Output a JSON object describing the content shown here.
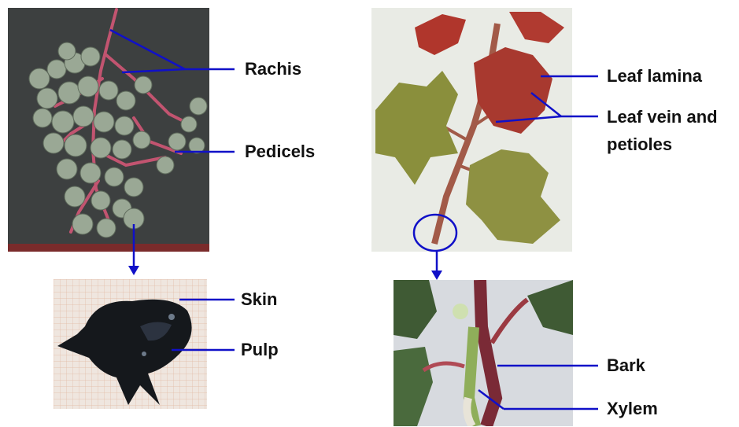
{
  "labels": {
    "rachis": "Rachis",
    "pedicels": "Pedicels",
    "skin": "Skin",
    "pulp": "Pulp",
    "leaf_lamina": "Leaf lamina",
    "leaf_vein_line1": "Leaf vein and",
    "leaf_vein_line2": "petioles",
    "bark": "Bark",
    "xylem": "Xylem"
  },
  "colors": {
    "annotation": "#1010c8",
    "grape": "#9fae9a",
    "stem": "#c8506a",
    "leaf_green": "#8a8f3c",
    "leaf_red": "#a8392f"
  },
  "images": [
    "grape-cluster-photo",
    "grape-berry-dissected-photo",
    "grapevine-shoot-photo",
    "shoot-cross-section-photo"
  ]
}
